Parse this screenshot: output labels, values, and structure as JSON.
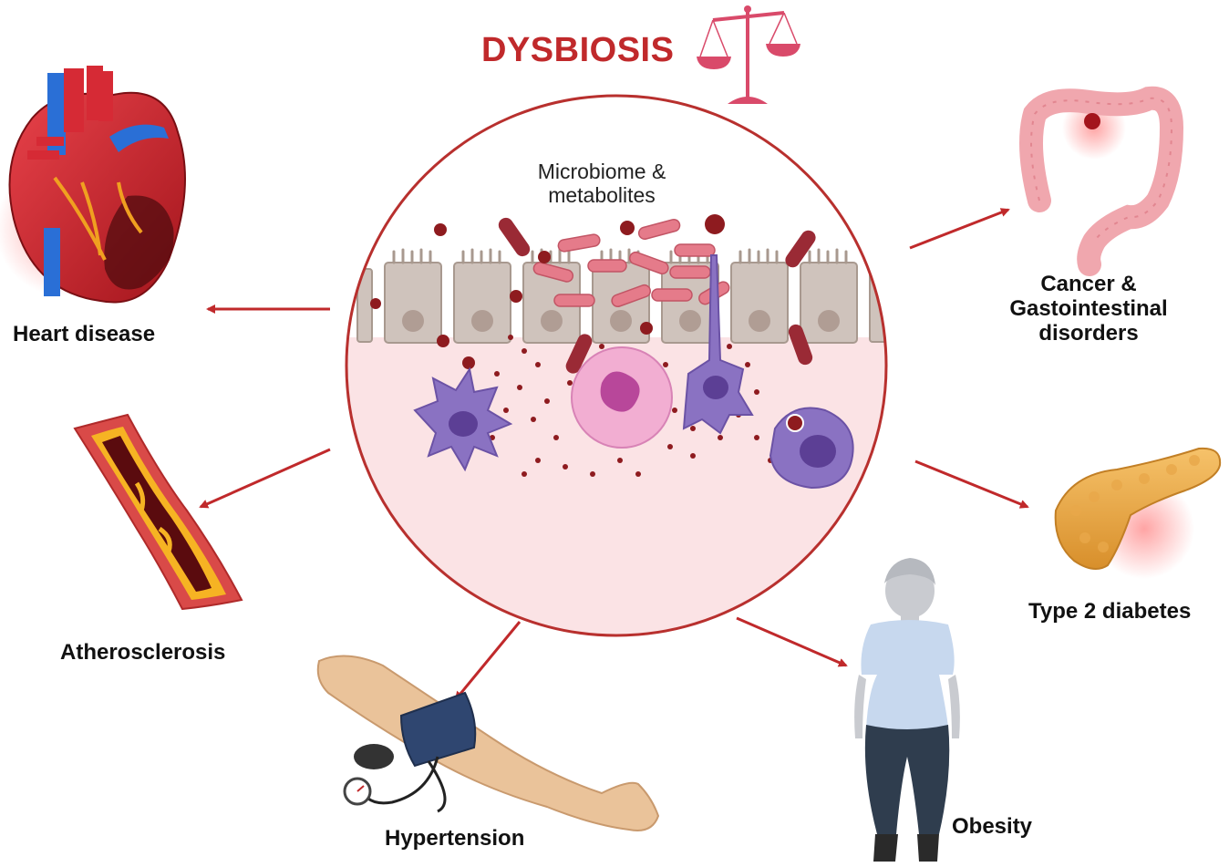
{
  "title": "DYSBIOSIS",
  "center_label": "Microbiome & metabolites",
  "outcomes": {
    "heart_disease": "Heart disease",
    "atherosclerosis": "Atherosclerosis",
    "hypertension": "Hypertension",
    "obesity": "Obesity",
    "type2_diabetes": "Type 2 diabetes",
    "cancer_gi": [
      "Cancer &",
      "Gastointestinal",
      "disorders"
    ]
  },
  "colors": {
    "accent": "#c0292b",
    "arrow": "#c0292b",
    "circle_border": "#b8302e",
    "tissue_bg": "#fbe3e5",
    "epithelial_cell": "#cfc3bc",
    "bacteria": "#e57b8a",
    "metabolite": "#8e1b1f",
    "immune_cell": "#8a72c2"
  },
  "icons": [
    "balance-scale-icon",
    "heart-icon",
    "artery-icon",
    "blood-pressure-cuff-icon",
    "person-obesity-icon",
    "pancreas-icon",
    "colon-icon"
  ]
}
